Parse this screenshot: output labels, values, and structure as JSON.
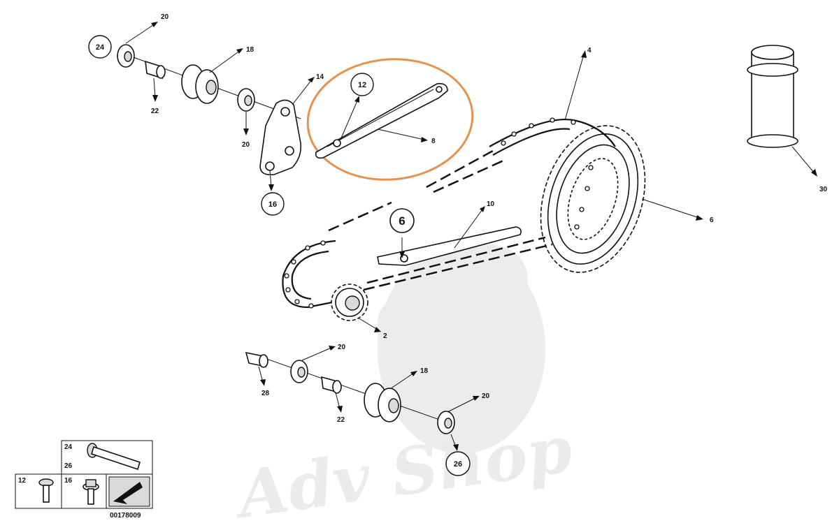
{
  "parts": {
    "p2": "2",
    "p4": "4",
    "p6": "6",
    "p8": "8",
    "p10": "10",
    "p12": "12",
    "p14": "14",
    "p16": "16",
    "p18_top": "18",
    "p18_bot": "18",
    "p20_a": "20",
    "p20_b": "20",
    "p20_c": "20",
    "p20_d": "20",
    "p22_top": "22",
    "p22_bot": "22",
    "p24": "24",
    "p26": "26",
    "p28": "28",
    "p30": "30",
    "callout_6": "6"
  },
  "legend": {
    "item_24": "24",
    "item_26": "26",
    "item_12": "12",
    "item_16": "16",
    "doc_number": "00178009"
  },
  "watermark": {
    "text": "Adv Shop"
  },
  "colors": {
    "highlight": "#e8914a",
    "ink": "#111111",
    "watermark": "#ececec"
  }
}
